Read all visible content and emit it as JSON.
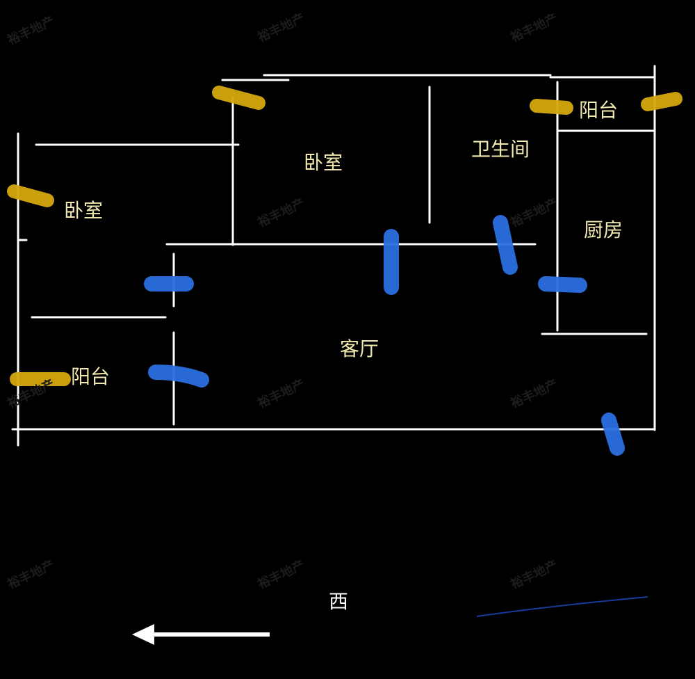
{
  "rooms": {
    "bedroom_main": "卧室",
    "bedroom_left": "卧室",
    "bathroom": "卫生间",
    "balcony_top": "阳台",
    "kitchen": "厨房",
    "living_room": "客厅",
    "balcony_left": "阳台"
  },
  "compass": {
    "direction": "西"
  },
  "watermark": "裕丰地产",
  "colors": {
    "wall": "#ffffff",
    "door": "#2a6fe0",
    "window": "#d4a80e",
    "label": "#f3eab0"
  }
}
